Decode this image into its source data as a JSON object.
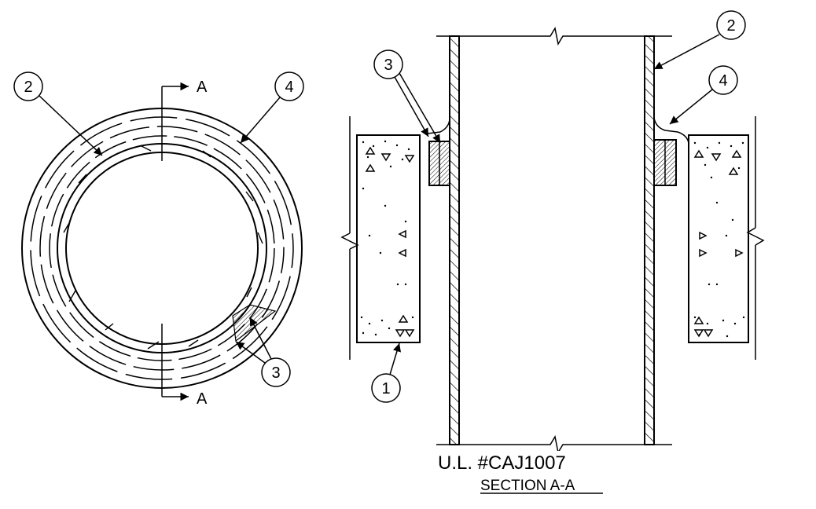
{
  "plan_view": {
    "section_marks": [
      "A",
      "A"
    ],
    "callouts": [
      "2",
      "4",
      "3"
    ]
  },
  "section_view": {
    "callouts": [
      "3",
      "2",
      "4",
      "1"
    ]
  },
  "footer": {
    "ul_number": "U.L. #CAJ1007",
    "section_title": "SECTION A-A"
  }
}
